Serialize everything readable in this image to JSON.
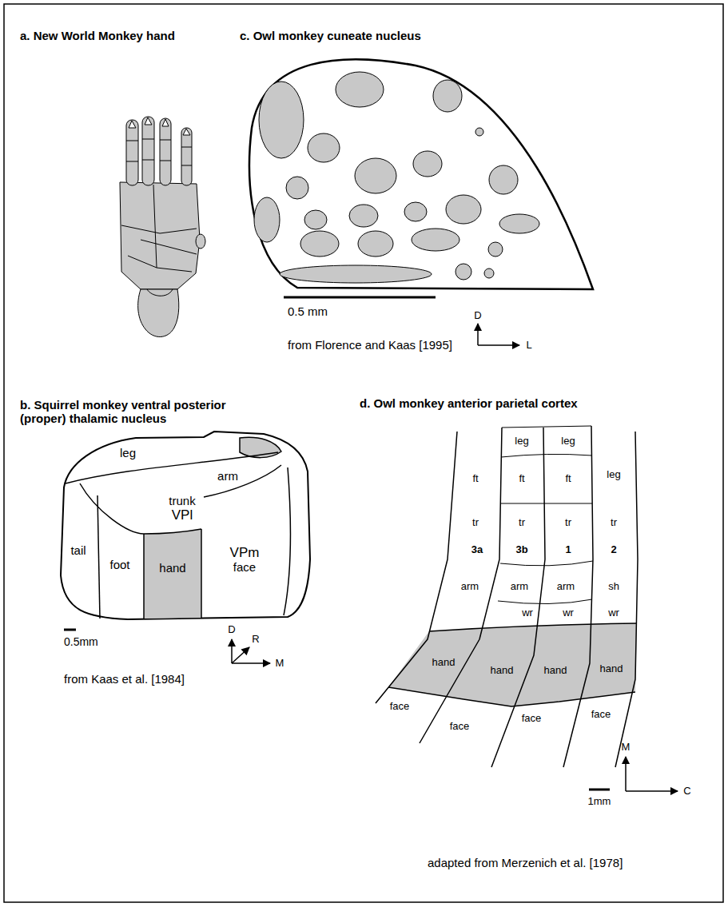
{
  "diagram": {
    "nodes": [
      {
        "text": [
          "leg"
        ]
      },
      {
        "text": [
          "arm"
        ]
      },
      {
        "text": [
          "trunk",
          "VPl"
        ]
      },
      {
        "text": [
          "tail"
        ]
      },
      {
        "text": [
          "foot"
        ]
      },
      {
        "text": [
          "hand"
        ]
      },
      {
        "text": [
          "VPm",
          "face"
        ]
      },
      {
        "text": [
          "leg"
        ]
      },
      {
        "text": [
          "leg"
        ]
      },
      {
        "text": [
          "leg"
        ]
      },
      {
        "text": [
          "ft"
        ]
      },
      {
        "text": [
          "ft"
        ]
      },
      {
        "text": [
          "ft"
        ]
      },
      {
        "text": [
          "tr"
        ]
      },
      {
        "text": [
          "tr"
        ]
      },
      {
        "text": [
          "tr"
        ]
      },
      {
        "text": [
          "tr"
        ]
      },
      {
        "text": [
          "arm"
        ]
      },
      {
        "text": [
          "arm"
        ]
      },
      {
        "text": [
          "arm"
        ]
      },
      {
        "text": [
          "sh"
        ]
      },
      {
        "text": [
          "wr"
        ]
      },
      {
        "text": [
          "wr"
        ]
      },
      {
        "text": [
          "wr"
        ]
      },
      {
        "text": [
          "hand"
        ]
      },
      {
        "text": [
          "hand"
        ]
      },
      {
        "text": [
          "hand"
        ]
      },
      {
        "text": [
          "hand"
        ]
      },
      {
        "text": [
          "face"
        ]
      },
      {
        "text": [
          "face"
        ]
      },
      {
        "text": [
          "face"
        ]
      },
      {
        "text": [
          "face"
        ]
      }
    ],
    "edges": [],
    "labels": [
      "a. New World Monkey hand",
      "c. Owl monkey cuneate nucleus",
      "0.5 mm",
      "D",
      "L",
      "from Florence and Kaas [1995]",
      "b. Squirrel monkey ventral posterior (proper) thalamic nucleus",
      "0.5mm",
      "D",
      "R",
      "M",
      "from Kaas et al. [1984]",
      "d. Owl monkey anterior parietal cortex",
      "3a",
      "3b",
      "1",
      "2",
      "1mm",
      "M",
      "C",
      "adapted from Merzenich et al. [1978]"
    ]
  }
}
